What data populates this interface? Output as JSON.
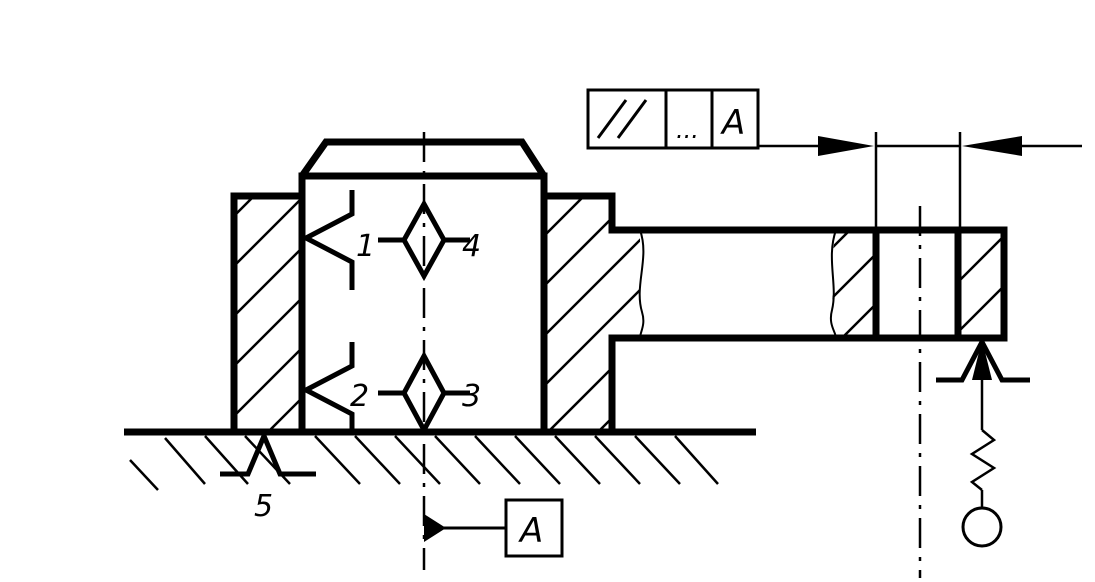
{
  "tolerance_frame": {
    "symbol": "//",
    "value": "...",
    "datum_ref": "A"
  },
  "datum": {
    "letter": "A"
  },
  "markers": {
    "one": "1",
    "two": "2",
    "three": "3",
    "four": "4",
    "five": "5"
  }
}
